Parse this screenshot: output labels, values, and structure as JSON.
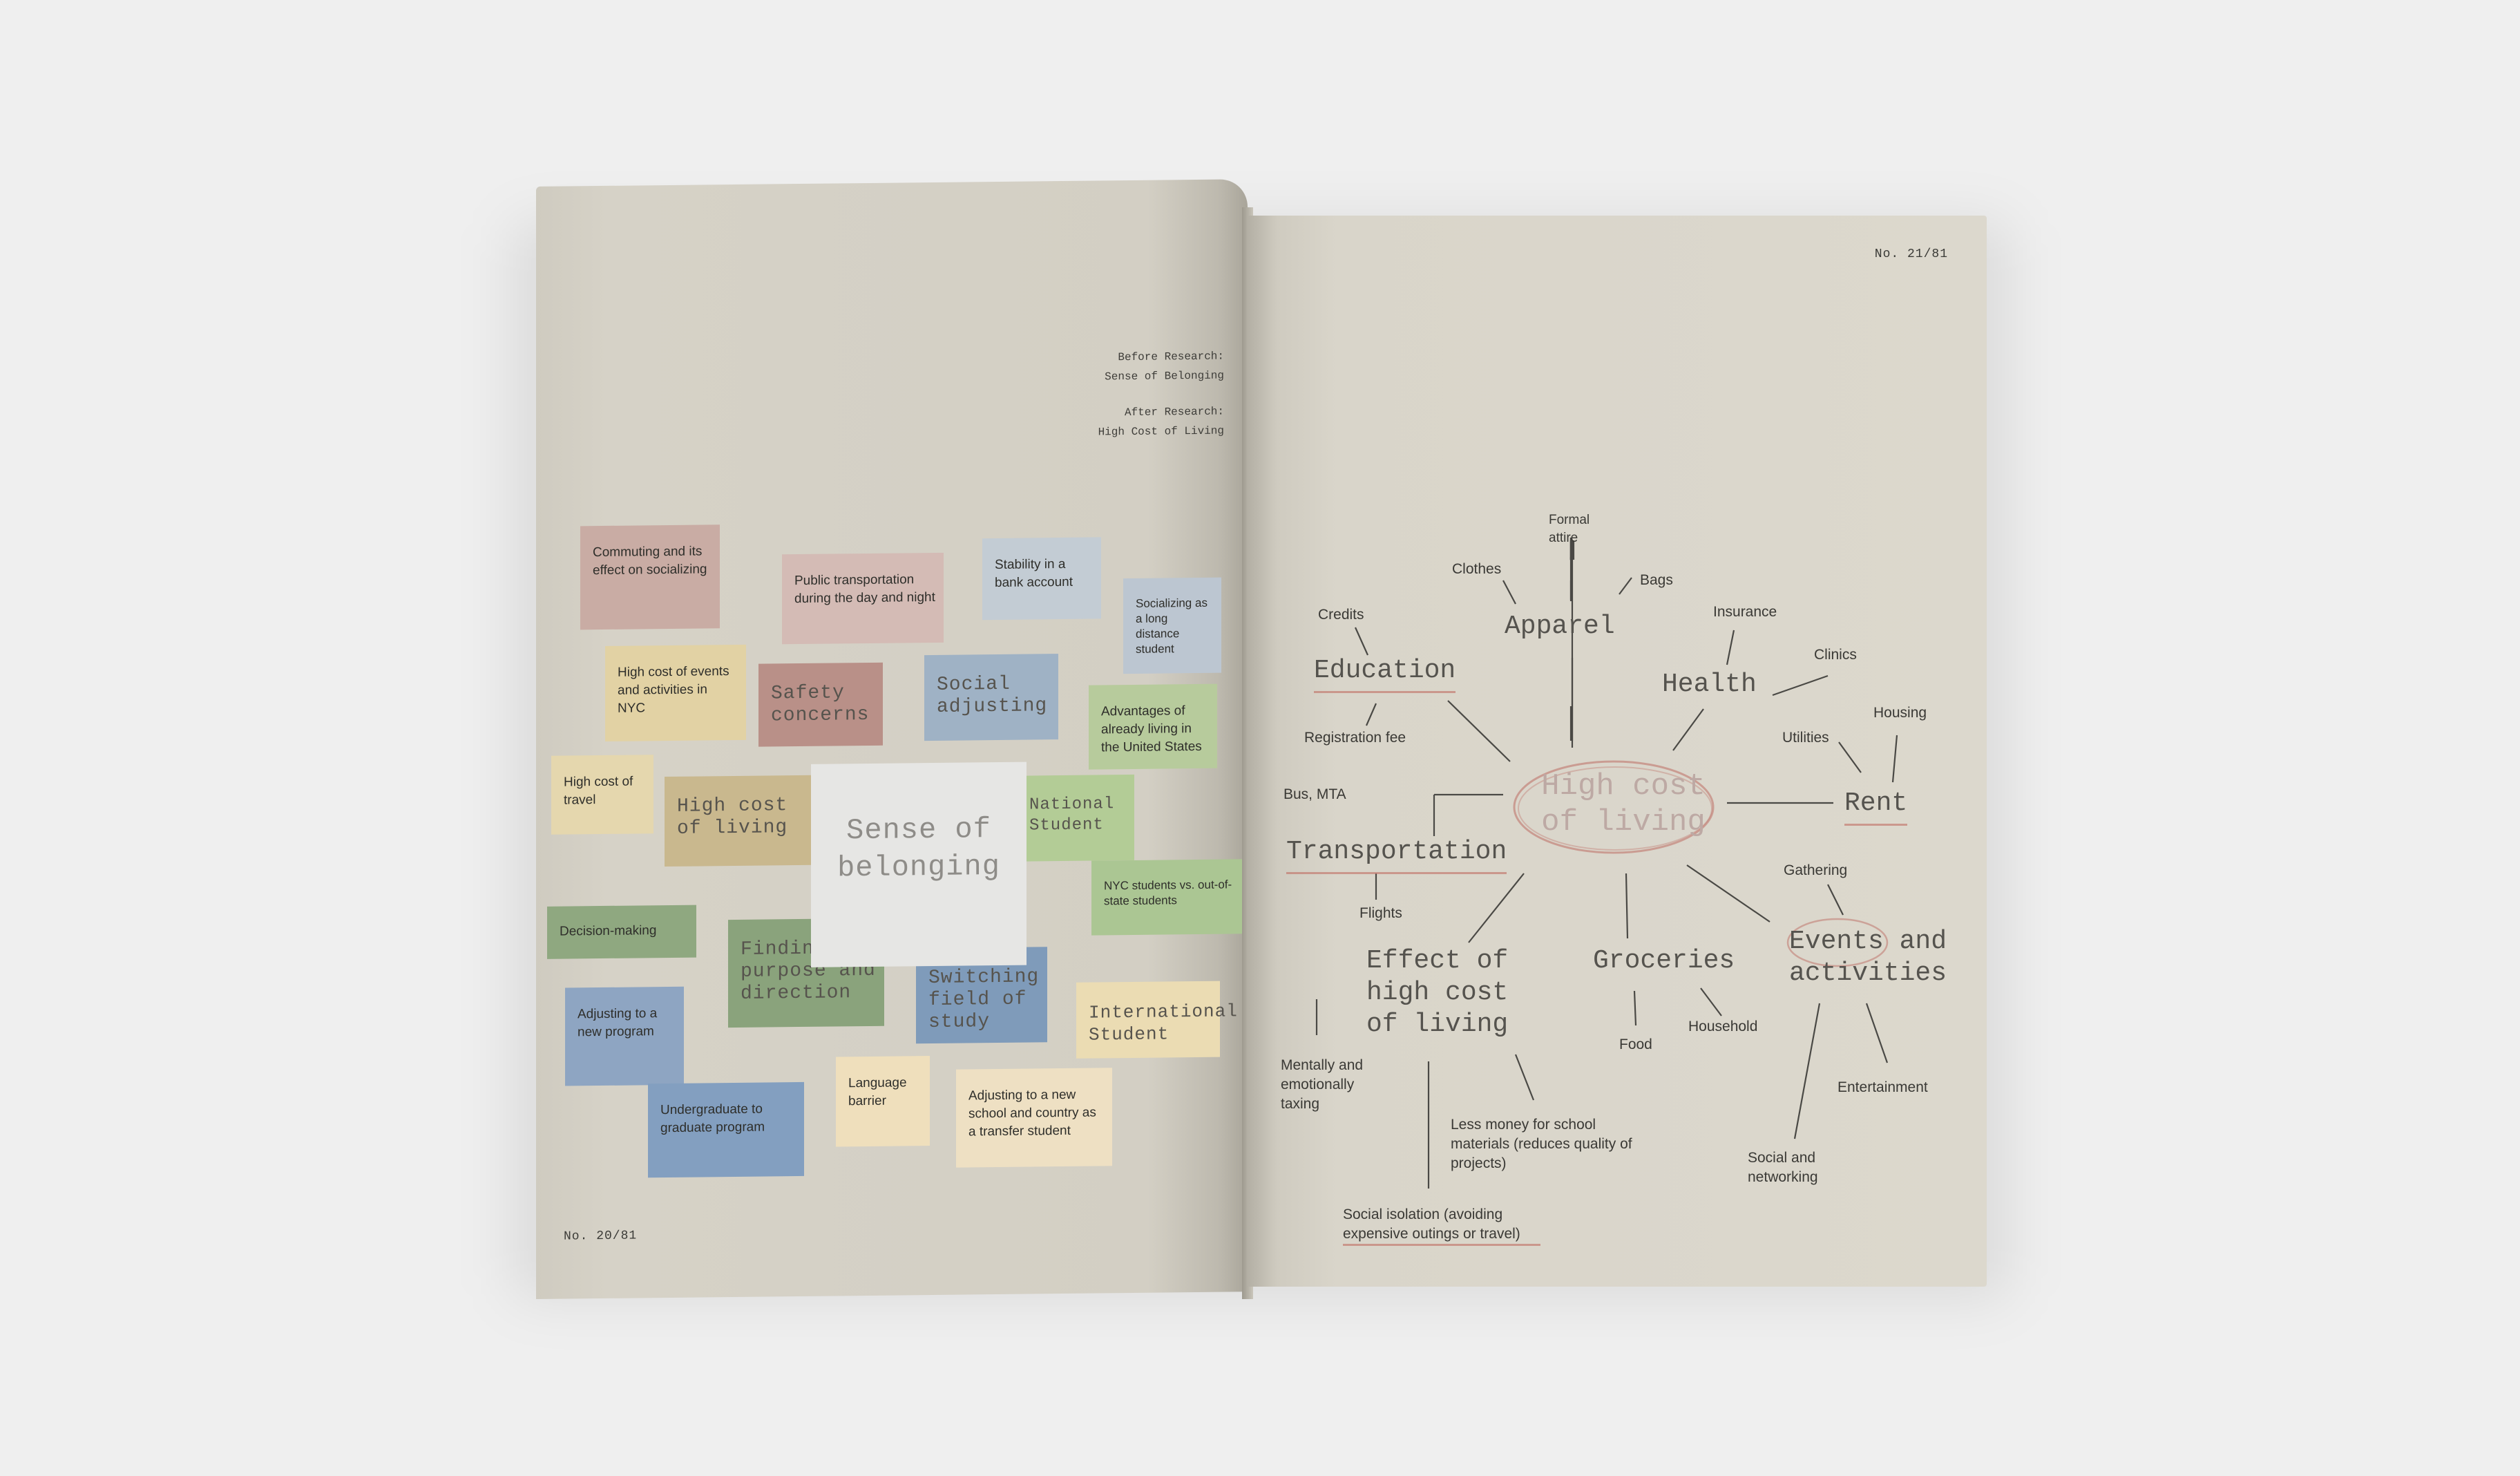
{
  "left_page": {
    "page_number": "No. 20/81",
    "research": {
      "before_label": "Before Research:",
      "before_value": "Sense of Belonging",
      "after_label": "After Research:",
      "after_value": "High Cost of Living"
    },
    "center_note": "Sense of belonging",
    "notes": [
      {
        "text": "Commuting and its effect on socializing",
        "color": "#c9aca4"
      },
      {
        "text": "Public transportation during the day and night",
        "color": "#d4bbb5"
      },
      {
        "text": "Stability in a bank account",
        "color": "#c3ccd4"
      },
      {
        "text": "Socializing as a long distance student",
        "color": "#bcc6d1"
      },
      {
        "text": "High cost of events and activities in NYC",
        "color": "#e2d2a4"
      },
      {
        "text": "Safety concerns",
        "color": "#b99088"
      },
      {
        "text": "Social adjusting",
        "color": "#9fb2c5"
      },
      {
        "text": "Advantages of already living in the United States",
        "color": "#b7cb9c"
      },
      {
        "text": "High cost of travel",
        "color": "#e5d7ae"
      },
      {
        "text": "High cost of living",
        "color": "#c9b88e"
      },
      {
        "text": "National Student",
        "color": "#b3cc96"
      },
      {
        "text": "NYC students vs. out-of-state students",
        "color": "#abc693"
      },
      {
        "text": "Decision-making",
        "color": "#8fa880"
      },
      {
        "text": "Finding purpose and direction",
        "color": "#8aa37c"
      },
      {
        "text": "Switching field of study",
        "color": "#7f9bba"
      },
      {
        "text": "International Student",
        "color": "#ebdcb3"
      },
      {
        "text": "Adjusting to a new program",
        "color": "#8ea5c2"
      },
      {
        "text": "Language barrier",
        "color": "#efdfbc"
      },
      {
        "text": "Adjusting to a new school and country as a transfer student",
        "color": "#eee0c3"
      },
      {
        "text": "Undergraduate to graduate program",
        "color": "#839fc0"
      }
    ]
  },
  "right_page": {
    "page_number": "No. 21/81",
    "hub": "High cost of living",
    "branches": {
      "apparel": "Apparel",
      "education": "Education",
      "health": "Health",
      "rent": "Rent",
      "transportation": "Transportation",
      "effect": "Effect of high cost of living",
      "groceries": "Groceries",
      "events": "Events and activities"
    },
    "leaves": {
      "formal_attire": "Formal attire",
      "clothes": "Clothes",
      "bags": "Bags",
      "credits": "Credits",
      "registration_fee": "Registration fee",
      "insurance": "Insurance",
      "clinics": "Clinics",
      "utilities": "Utilities",
      "housing": "Housing",
      "bus_mta": "Bus, MTA",
      "flights": "Flights",
      "gathering": "Gathering",
      "food": "Food",
      "household": "Household",
      "entertainment": "Entertainment",
      "social_networking": "Social and networking",
      "mentally_taxing": "Mentally and emotionally taxing",
      "less_money": "Less money for school materials (reduces quality of projects)",
      "social_isolation": "Social isolation (avoiding expensive outings or travel)"
    }
  }
}
